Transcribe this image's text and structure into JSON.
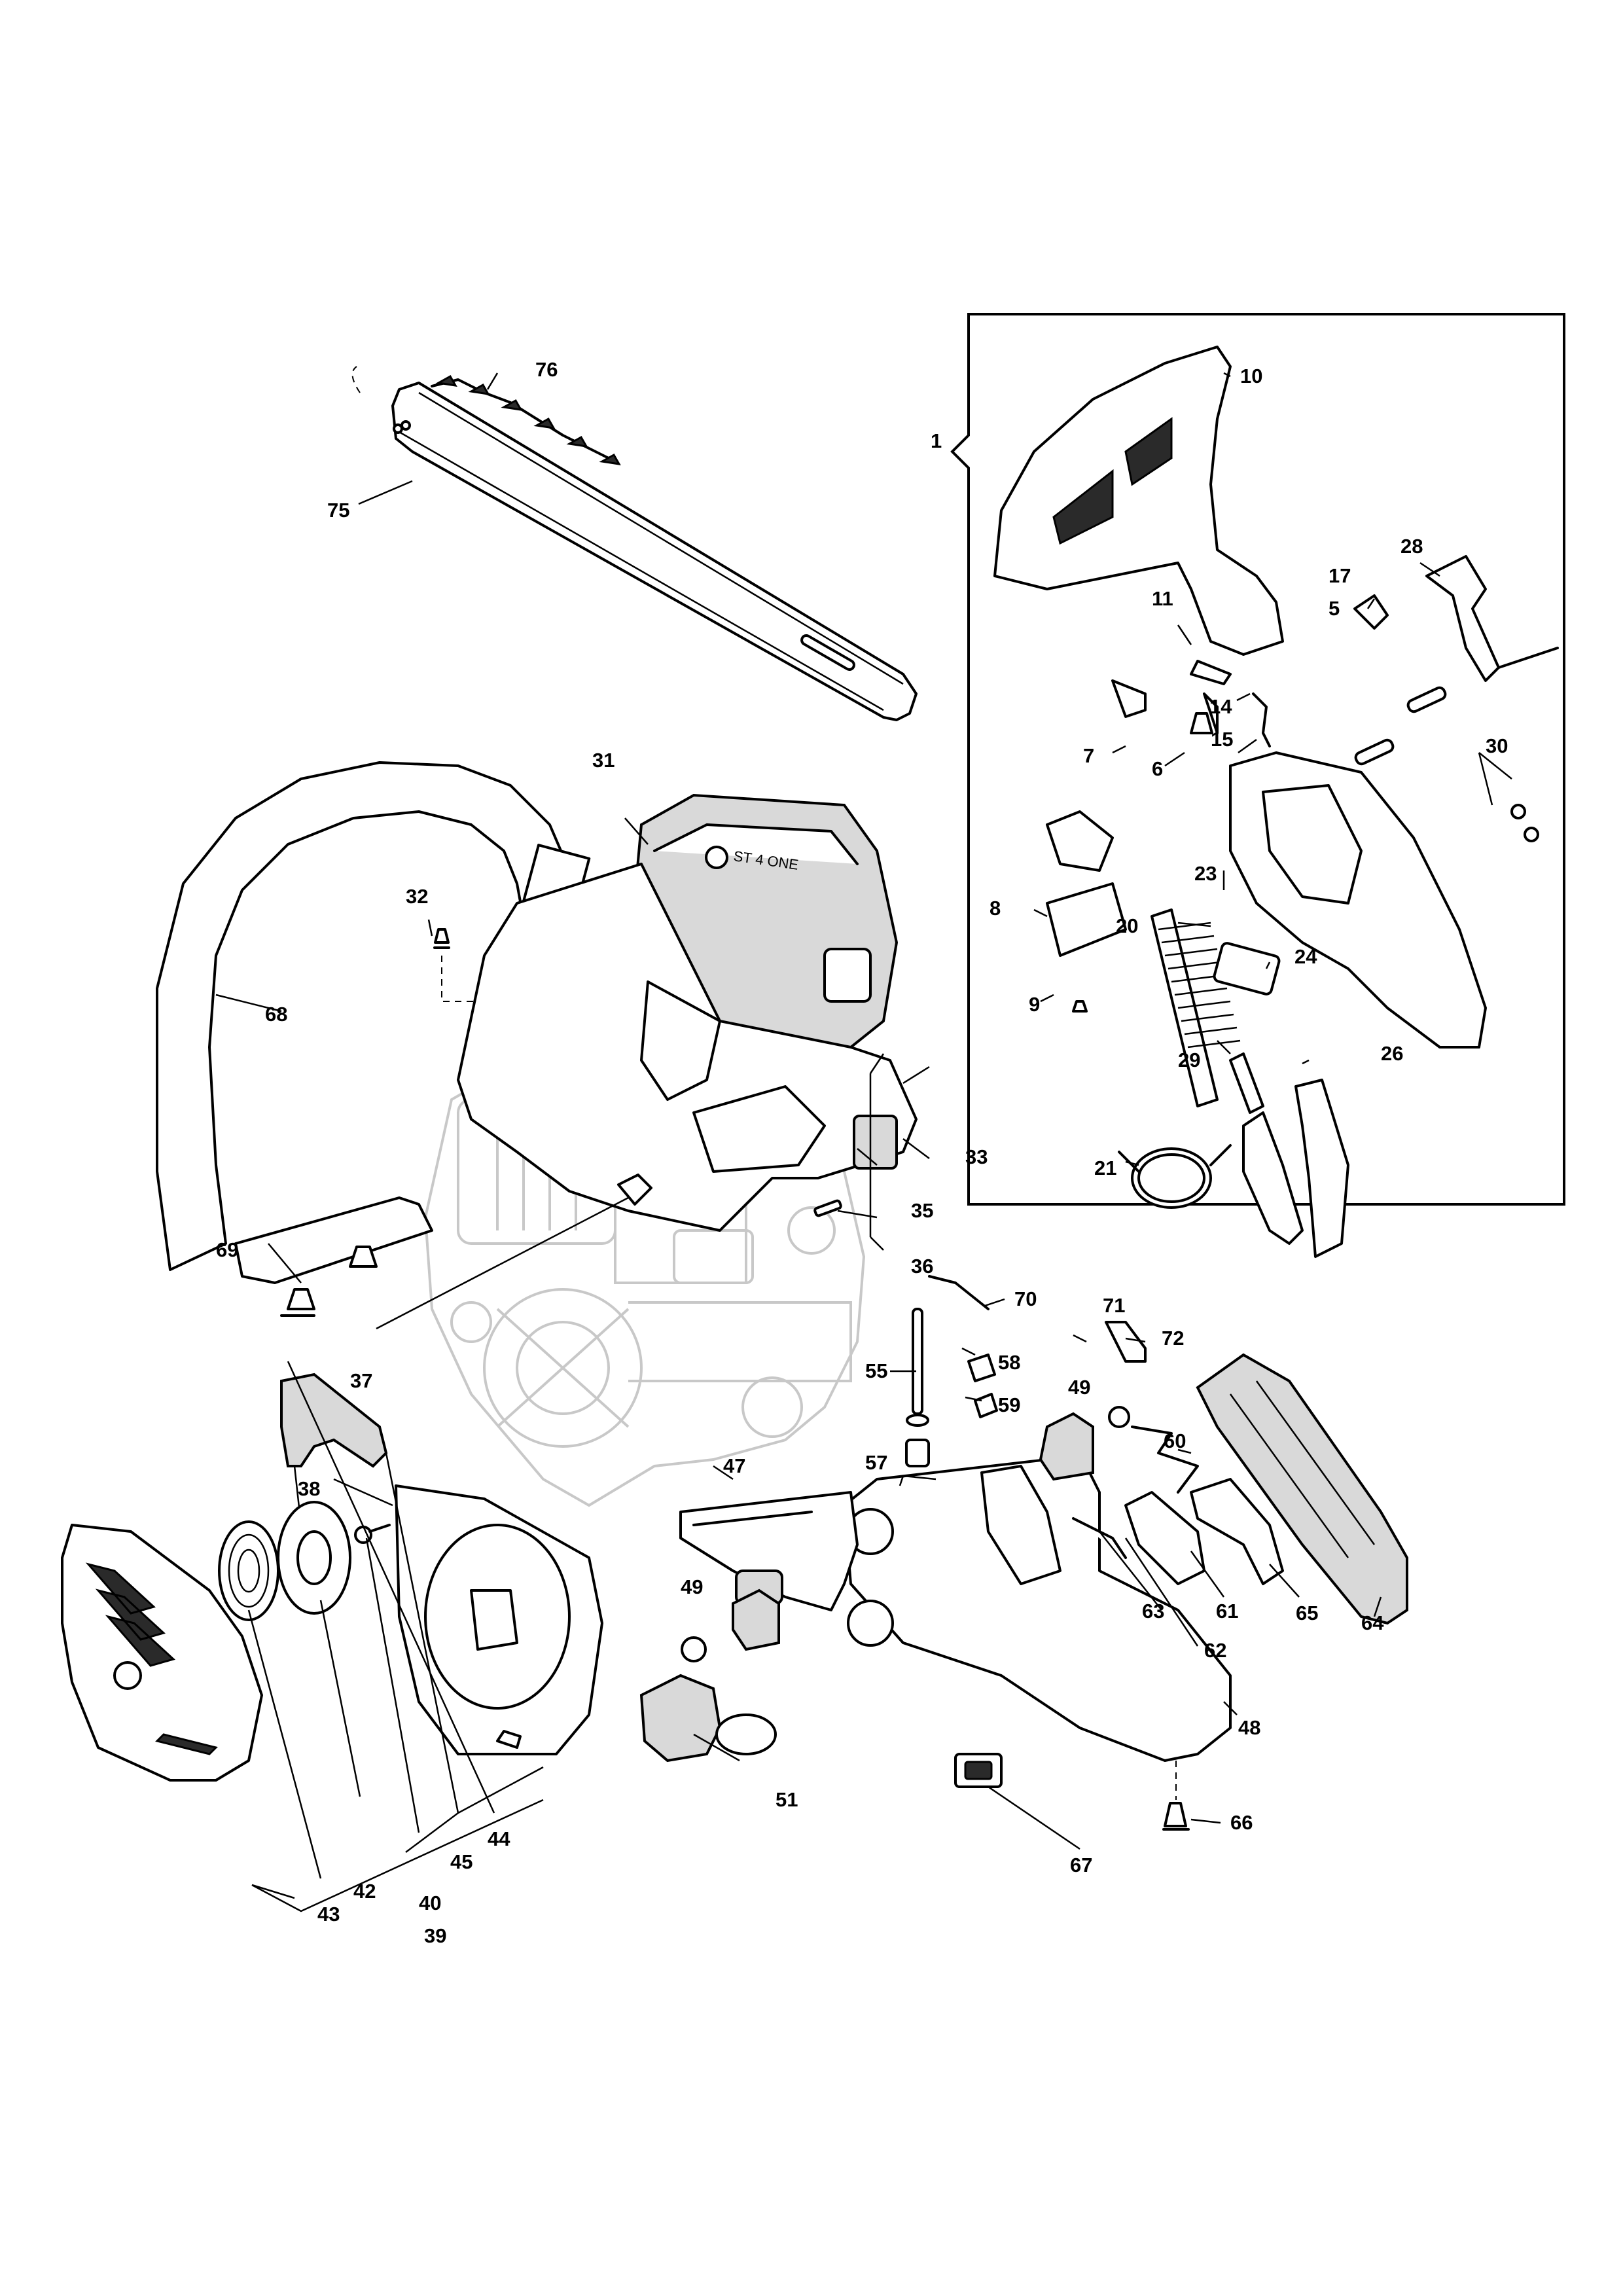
{
  "diagram": {
    "watermark": "",
    "callouts": [
      {
        "id": "c1",
        "label": "1"
      },
      {
        "id": "c5",
        "label": "5"
      },
      {
        "id": "c6",
        "label": "6"
      },
      {
        "id": "c7",
        "label": "7"
      },
      {
        "id": "c8",
        "label": "8"
      },
      {
        "id": "c9",
        "label": "9"
      },
      {
        "id": "c10",
        "label": "10"
      },
      {
        "id": "c11",
        "label": "11"
      },
      {
        "id": "c14",
        "label": "14"
      },
      {
        "id": "c15",
        "label": "15"
      },
      {
        "id": "c17",
        "label": "17"
      },
      {
        "id": "c20",
        "label": "20"
      },
      {
        "id": "c21",
        "label": "21"
      },
      {
        "id": "c23",
        "label": "23"
      },
      {
        "id": "c24",
        "label": "24"
      },
      {
        "id": "c26",
        "label": "26"
      },
      {
        "id": "c28",
        "label": "28"
      },
      {
        "id": "c29",
        "label": "29"
      },
      {
        "id": "c30",
        "label": "30"
      },
      {
        "id": "c31",
        "label": "31"
      },
      {
        "id": "c32",
        "label": "32"
      },
      {
        "id": "c33",
        "label": "33"
      },
      {
        "id": "c35",
        "label": "35"
      },
      {
        "id": "c36",
        "label": "36"
      },
      {
        "id": "c37",
        "label": "37"
      },
      {
        "id": "c38",
        "label": "38"
      },
      {
        "id": "c39",
        "label": "39"
      },
      {
        "id": "c40",
        "label": "40"
      },
      {
        "id": "c42",
        "label": "42"
      },
      {
        "id": "c43",
        "label": "43"
      },
      {
        "id": "c44",
        "label": "44"
      },
      {
        "id": "c45",
        "label": "45"
      },
      {
        "id": "c47",
        "label": "47"
      },
      {
        "id": "c48",
        "label": "48"
      },
      {
        "id": "c49a",
        "label": "49"
      },
      {
        "id": "c49b",
        "label": "49"
      },
      {
        "id": "c51",
        "label": "51"
      },
      {
        "id": "c55",
        "label": "55"
      },
      {
        "id": "c57",
        "label": "57"
      },
      {
        "id": "c58",
        "label": "58"
      },
      {
        "id": "c59",
        "label": "59"
      },
      {
        "id": "c60",
        "label": "60"
      },
      {
        "id": "c61",
        "label": "61"
      },
      {
        "id": "c62",
        "label": "62"
      },
      {
        "id": "c63",
        "label": "63"
      },
      {
        "id": "c64",
        "label": "64"
      },
      {
        "id": "c65",
        "label": "65"
      },
      {
        "id": "c66",
        "label": "66"
      },
      {
        "id": "c67",
        "label": "67"
      },
      {
        "id": "c68",
        "label": "68"
      },
      {
        "id": "c69",
        "label": "69"
      },
      {
        "id": "c70",
        "label": "70"
      },
      {
        "id": "c71",
        "label": "71"
      },
      {
        "id": "c72",
        "label": "72"
      },
      {
        "id": "c75",
        "label": "75"
      },
      {
        "id": "c76",
        "label": "76"
      }
    ],
    "air_filter_cover_text": "ST 4 ONE"
  }
}
